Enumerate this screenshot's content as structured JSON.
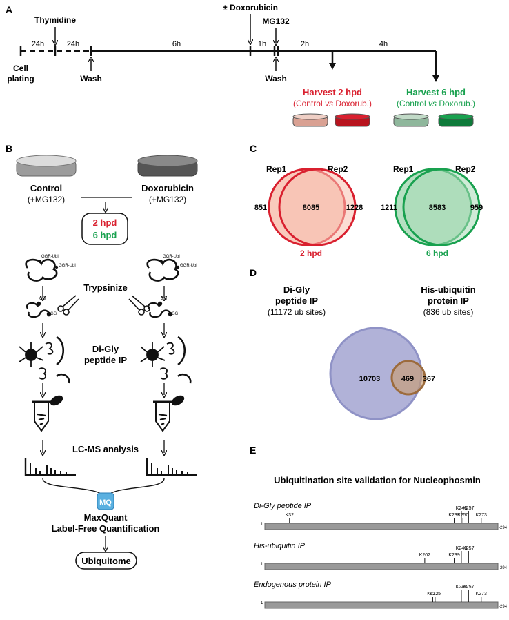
{
  "panelA": {
    "letter": "A",
    "thymidine": "Thymidine",
    "doxorubicin": "± Doxorubicin",
    "mg132": "MG132",
    "d24a": "24h",
    "d24b": "24h",
    "d6h": "6h",
    "d1h": "1h",
    "d2h": "2h",
    "d4h": "4h",
    "cell1": "Cell",
    "cell2": "plating",
    "wash1": "Wash",
    "wash2": "Wash",
    "harvest2_title": "Harvest 2 hpd",
    "harvest2_sub_pre": "(Control ",
    "harvest2_sub_vs": "vs",
    "harvest2_sub_post": " Doxorub.)",
    "harvest6_title": "Harvest 6 hpd",
    "harvest6_sub_pre": "(Control ",
    "harvest6_sub_vs": "vs",
    "harvest6_sub_post": " Doxorub.)"
  },
  "panelB": {
    "letter": "B",
    "control1": "Control",
    "control2": "(+MG132)",
    "doxo1": "Doxorubicin",
    "doxo2": "(+MG132)",
    "hpd2": "2 hpd",
    "hpd6": "6 hpd",
    "ggr": "GGR-Ubi",
    "gg": "GG",
    "trypsinize": "Trypsinize",
    "digly1": "Di-Gly",
    "digly2": "peptide IP",
    "lcms": "LC-MS analysis",
    "mq_logo": "MQ",
    "maxquant1": "MaxQuant",
    "maxquant2": "Label-Free Quantification",
    "ubiquitome": "Ubiquitome"
  },
  "panelC": {
    "letter": "C",
    "venn2": {
      "rep1": "Rep1",
      "rep2": "Rep2",
      "left": "851",
      "center": "8085",
      "right": "1228",
      "label": "2 hpd"
    },
    "venn6": {
      "rep1": "Rep1",
      "rep2": "Rep2",
      "left": "1211",
      "center": "8583",
      "right": "959",
      "label": "6 hpd"
    }
  },
  "panelD": {
    "letter": "D",
    "left_title1": "Di-Gly",
    "left_title2": "peptide IP",
    "left_sub": "(11172 ub sites)",
    "right_title1": "His-ubiquitin",
    "right_title2": "protein IP",
    "right_sub": "(836 ub sites)",
    "only_left": "10703",
    "overlap": "469",
    "only_right": "367"
  },
  "panelE": {
    "letter": "E",
    "title": "Ubiquitination site validation for Nucleophosmin",
    "start": "1",
    "end": "294",
    "tracks": [
      {
        "name": "Di-Gly peptide IP",
        "sites": [
          "K32",
          "K239",
          "K248",
          "K250",
          "K257",
          "K273"
        ]
      },
      {
        "name": "His-ubiquitin IP",
        "sites": [
          "K202",
          "K239",
          "K248",
          "K257"
        ]
      },
      {
        "name": "Endogenous protein IP",
        "sites": [
          "K212",
          "K215",
          "K248",
          "K257",
          "K273"
        ]
      }
    ]
  },
  "colors": {
    "red": "#d9202f",
    "green": "#19a14f",
    "venn_left": "#a8aad4",
    "venn_right": "#c99b6a"
  }
}
